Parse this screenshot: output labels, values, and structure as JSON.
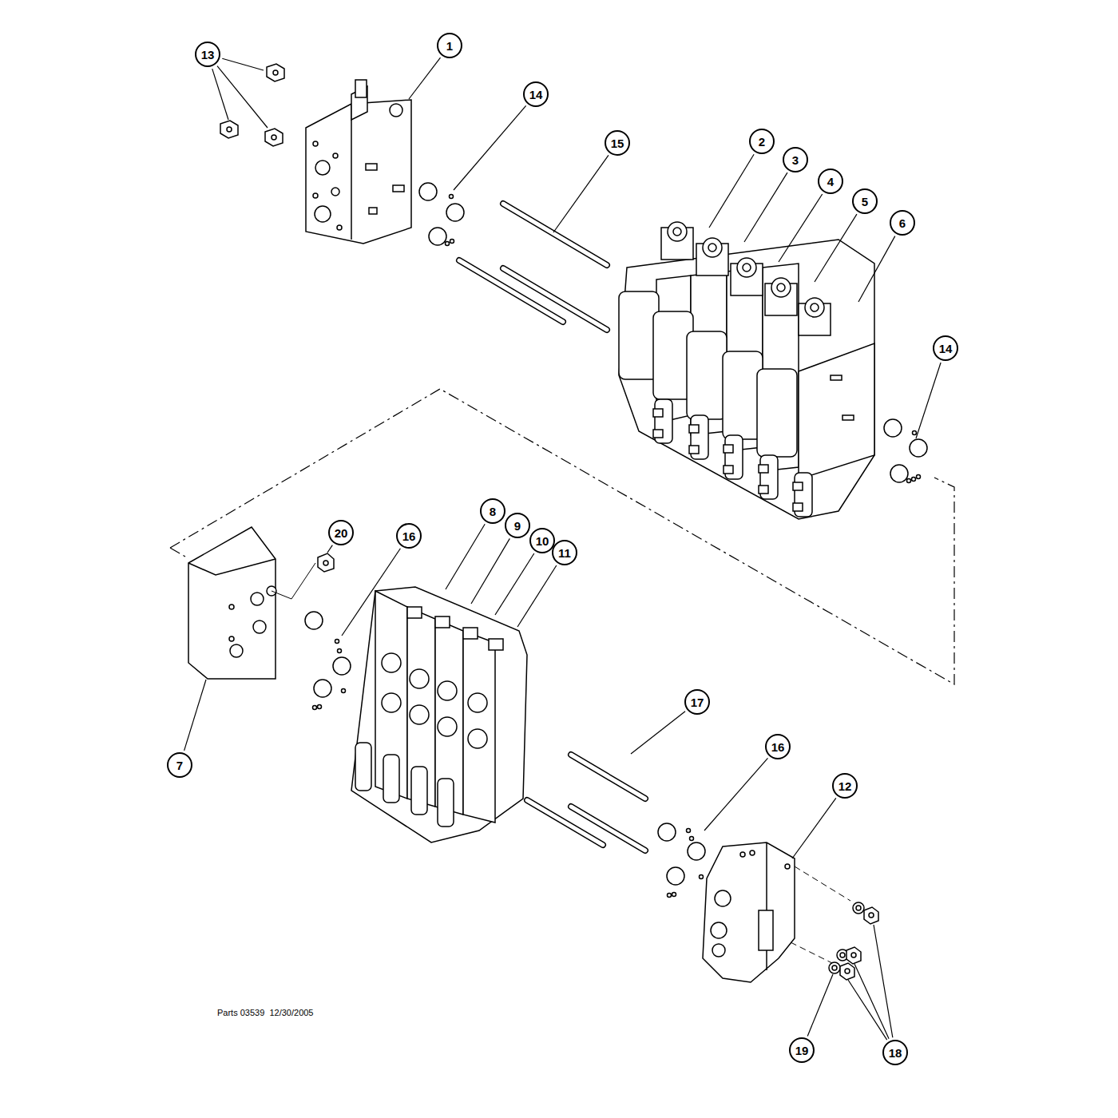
{
  "diagram": {
    "labels": [
      "13",
      "1",
      "14",
      "15",
      "2",
      "3",
      "4",
      "5",
      "6",
      "14",
      "20",
      "16",
      "8",
      "9",
      "10",
      "11",
      "7",
      "17",
      "16",
      "12",
      "19",
      "18",
      "Parts 03539  12/30/2005"
    ]
  }
}
